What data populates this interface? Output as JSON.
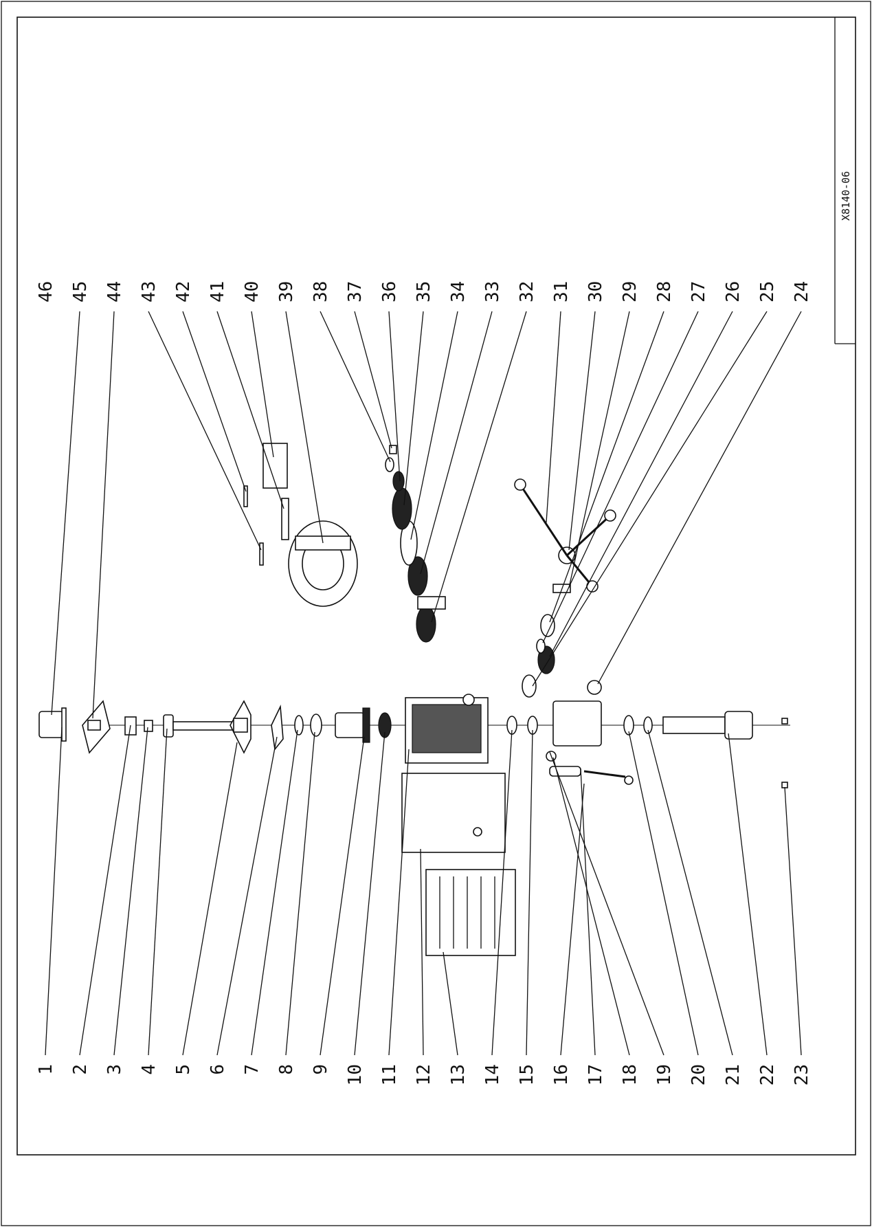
{
  "drawing": {
    "number": "X8140-06",
    "labels": [
      "1",
      "2",
      "3",
      "4",
      "5",
      "6",
      "7",
      "8",
      "9",
      "10",
      "11",
      "12",
      "13",
      "14",
      "15",
      "16",
      "17",
      "18",
      "19",
      "20",
      "21",
      "22",
      "23",
      "24",
      "25",
      "26",
      "27",
      "28",
      "29",
      "30",
      "31",
      "32",
      "33",
      "34",
      "35",
      "36",
      "37",
      "38",
      "39",
      "40",
      "41",
      "42",
      "43",
      "44",
      "45",
      "46"
    ]
  }
}
